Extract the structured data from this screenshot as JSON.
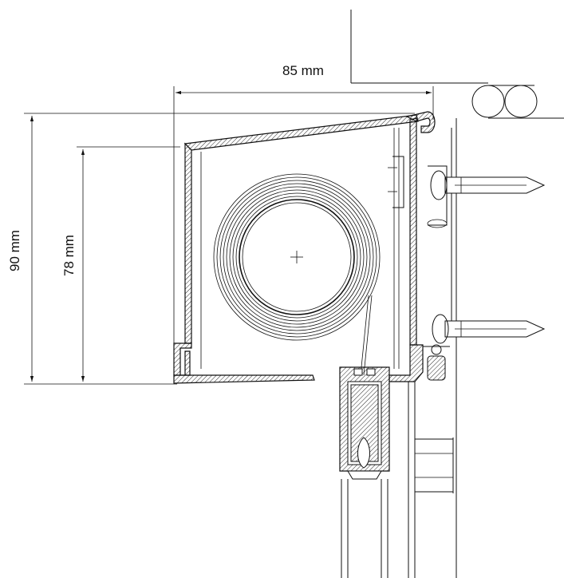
{
  "drawing": {
    "dimensions": {
      "width_label": "85 mm",
      "height_outer_label": "90 mm",
      "height_inner_label": "78 mm"
    },
    "colors": {
      "line": "#111111",
      "background": "#ffffff"
    }
  }
}
